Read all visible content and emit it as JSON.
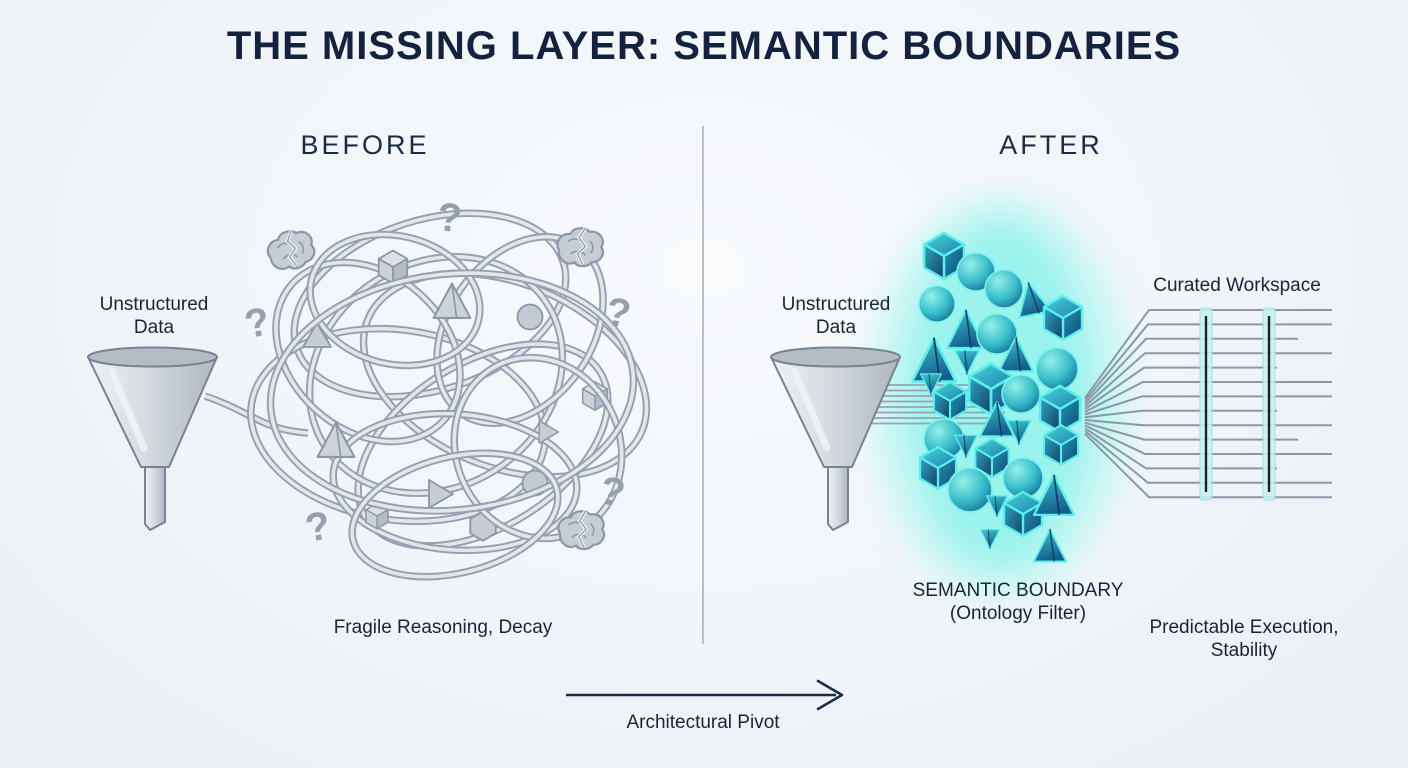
{
  "title": "THE MISSING LAYER: SEMANTIC BOUNDARIES",
  "glyphs": {
    "question_mark": "?"
  },
  "before": {
    "heading": "BEFORE",
    "funnel_label_line1": "Unstructured",
    "funnel_label_line2": "Data",
    "caption": "Fragile Reasoning, Decay"
  },
  "after": {
    "heading": "AFTER",
    "funnel_label_line1": "Unstructured",
    "funnel_label_line2": "Data",
    "boundary_label_line1": "SEMANTIC BOUNDARY",
    "boundary_label_line2": "(Ontology Filter)",
    "workspace_label": "Curated Workspace",
    "caption_line1": "Predictable Execution,",
    "caption_line2": "Stability"
  },
  "footer": {
    "arrow_label": "Architectural Pivot"
  },
  "colors": {
    "navy": "#15223d",
    "line_gray": "#97a1ae",
    "teal_edge": "#5ceeeb",
    "teal_deep": "#155a85",
    "background": "#f0f4f8"
  }
}
